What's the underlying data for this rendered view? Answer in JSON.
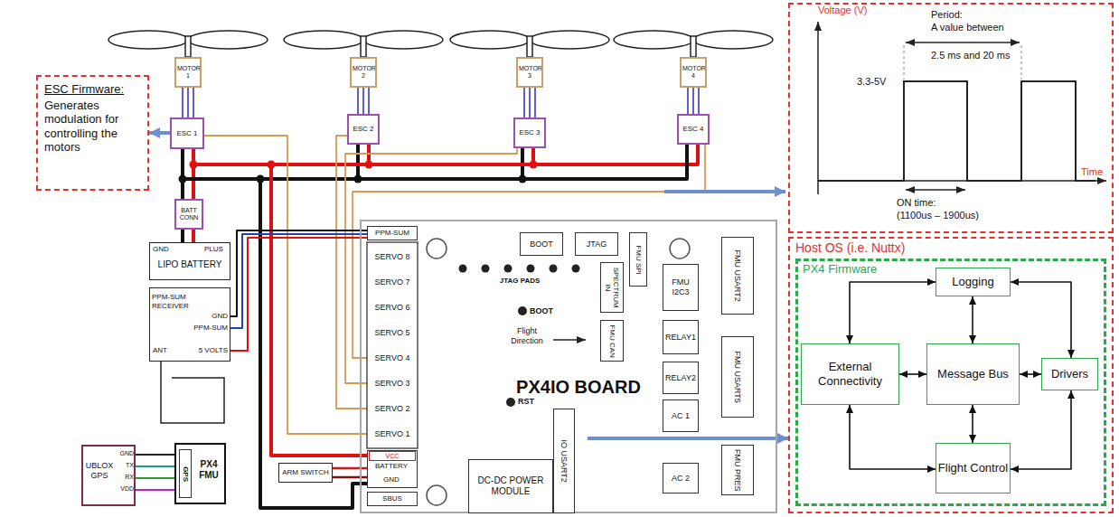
{
  "diagram": {
    "nodes": [
      {
        "text": [
          "ESC Firmware:",
          "Generates modulation for controlling the motors"
        ]
      },
      {
        "text": [
          "MOTOR 1"
        ]
      },
      {
        "text": [
          "MOTOR 2"
        ]
      },
      {
        "text": [
          "MOTOR 3"
        ]
      },
      {
        "text": [
          "MOTOR 4"
        ]
      },
      {
        "text": [
          "ESC 1"
        ]
      },
      {
        "text": [
          "ESC 2"
        ]
      },
      {
        "text": [
          "ESC 3"
        ]
      },
      {
        "text": [
          "ESC 4"
        ]
      },
      {
        "text": [
          "Voltage (V)",
          "Period:",
          "A value between",
          "2.5 ms and 20 ms",
          "3.3-5V",
          "Time",
          "ON time:",
          "(1100us – 1900us)"
        ]
      },
      {
        "text": [
          "BATT CONN"
        ]
      },
      {
        "text": [
          "GND",
          "PLUS",
          "LIPO BATTERY"
        ]
      },
      {
        "text": [
          "PPM-SUM RECEIVER",
          "GND",
          "PPM-SUM",
          "ANT",
          "5 VOLTS"
        ]
      },
      {
        "text": [
          "UBLOX GPS",
          "GND",
          "TX",
          "RX",
          "VDD"
        ]
      },
      {
        "text": [
          "PX4 FMU"
        ]
      },
      {
        "text": [
          "GPS"
        ],
        "in": 14
      },
      {
        "text": [
          "ARM SWITCH"
        ]
      },
      {
        "text": [
          "JTAG PADS",
          "BOOT",
          "Flight Direction",
          "PX4IO BOARD",
          "RST"
        ]
      },
      {
        "text": [
          "PPM-SUM"
        ],
        "in": 17
      },
      {
        "text": [
          "SERVO 8"
        ],
        "in": 17
      },
      {
        "text": [
          "SERVO 7"
        ],
        "in": 17
      },
      {
        "text": [
          "SERVO 6"
        ],
        "in": 17
      },
      {
        "text": [
          "SERVO 5"
        ],
        "in": 17
      },
      {
        "text": [
          "SERVO 4"
        ],
        "in": 17
      },
      {
        "text": [
          "SERVO 3"
        ],
        "in": 17
      },
      {
        "text": [
          "SERVO 2"
        ],
        "in": 17
      },
      {
        "text": [
          "SERVO 1"
        ],
        "in": 17
      },
      {
        "text": [
          "VCC",
          "BATTERY",
          "GND"
        ],
        "in": 17
      },
      {
        "text": [
          "SBUS"
        ],
        "in": 17
      },
      {
        "text": [
          "BOOT"
        ],
        "in": 17
      },
      {
        "text": [
          "JTAG"
        ],
        "in": 17
      },
      {
        "text": [
          "FMU SPI"
        ],
        "in": 17
      },
      {
        "text": [
          "SPECTRUM IN"
        ],
        "in": 17
      },
      {
        "text": [
          "FMU CAN"
        ],
        "in": 17
      },
      {
        "text": [
          "FMU I2C3"
        ],
        "in": 17
      },
      {
        "text": [
          "RELAY1"
        ],
        "in": 17
      },
      {
        "text": [
          "RELAY2"
        ],
        "in": 17
      },
      {
        "text": [
          "AC 1"
        ],
        "in": 17
      },
      {
        "text": [
          "AC 2"
        ],
        "in": 17
      },
      {
        "text": [
          "FMU USART2"
        ],
        "in": 17
      },
      {
        "text": [
          "FMU USART5"
        ],
        "in": 17
      },
      {
        "text": [
          "FMU PRES"
        ],
        "in": 17
      },
      {
        "text": [
          "DC-DC POWER MODULE"
        ],
        "in": 17
      },
      {
        "text": [
          "IO USART2"
        ],
        "in": 17
      },
      {
        "text": [
          "Host OS (i.e. Nuttx)"
        ]
      },
      {
        "text": [
          "PX4 Firmware"
        ],
        "in": 44
      },
      {
        "text": [
          "Logging"
        ],
        "in": 45
      },
      {
        "text": [
          "External Connectivity"
        ],
        "in": 45
      },
      {
        "text": [
          "Message Bus"
        ],
        "in": 45
      },
      {
        "text": [
          "Drivers"
        ],
        "in": 45
      },
      {
        "text": [
          "Flight Control"
        ],
        "in": 45
      }
    ],
    "edges": [
      {
        "from": 5,
        "to": 0,
        "arrow": "to"
      },
      {
        "from": 1,
        "to": 5,
        "arrow": "none"
      },
      {
        "from": 2,
        "to": 6,
        "arrow": "none"
      },
      {
        "from": 3,
        "to": 7,
        "arrow": "none"
      },
      {
        "from": 4,
        "to": 8,
        "arrow": "none"
      },
      {
        "from": 5,
        "to": 10,
        "arrow": "none"
      },
      {
        "from": 6,
        "to": 10,
        "arrow": "none"
      },
      {
        "from": 7,
        "to": 10,
        "arrow": "none"
      },
      {
        "from": 8,
        "to": 10,
        "arrow": "none"
      },
      {
        "from": 10,
        "to": 11,
        "arrow": "none"
      },
      {
        "from": 10,
        "to": 27,
        "arrow": "none"
      },
      {
        "from": 5,
        "to": 26,
        "arrow": "none"
      },
      {
        "from": 6,
        "to": 25,
        "arrow": "none"
      },
      {
        "from": 7,
        "to": 24,
        "arrow": "none"
      },
      {
        "from": 8,
        "to": 23,
        "arrow": "none"
      },
      {
        "from": 12,
        "to": 18,
        "arrow": "none"
      },
      {
        "from": 13,
        "to": 15,
        "arrow": "none"
      },
      {
        "from": 16,
        "to": 27,
        "arrow": "none"
      },
      {
        "from": 17,
        "to": 44,
        "arrow": "to"
      },
      {
        "from": 46,
        "to": 47,
        "arrow": "both"
      },
      {
        "from": 46,
        "to": 48,
        "arrow": "both"
      },
      {
        "from": 46,
        "to": 49,
        "arrow": "both"
      },
      {
        "from": 47,
        "to": 48,
        "arrow": "both"
      },
      {
        "from": 48,
        "to": 49,
        "arrow": "both"
      },
      {
        "from": 48,
        "to": 50,
        "arrow": "both"
      },
      {
        "from": 47,
        "to": 50,
        "arrow": "both"
      },
      {
        "from": 49,
        "to": 50,
        "arrow": "both"
      }
    ]
  }
}
